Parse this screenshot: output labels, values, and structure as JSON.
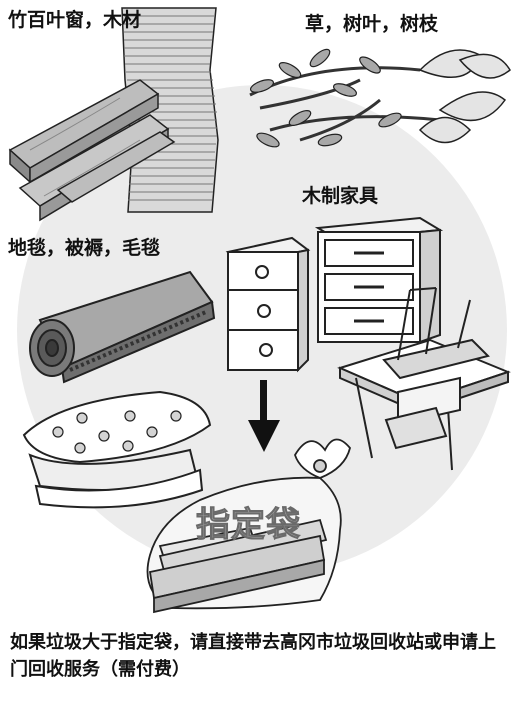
{
  "labels": {
    "bamboo_wood": "竹百叶窗，木材",
    "grass_branches": "草，树叶，树枝",
    "wooden_furniture": "木制家具",
    "bedding": "地毯，被褥，毛毯"
  },
  "bag": {
    "label": "指定袋"
  },
  "caption": "如果垃圾大于指定袋，请直接带去高冈市垃圾回收站或申请上门回收服务（需付费）",
  "colors": {
    "background_circle": "#ececec",
    "ink": "#111111",
    "bag_label": "#a8a8a8"
  }
}
